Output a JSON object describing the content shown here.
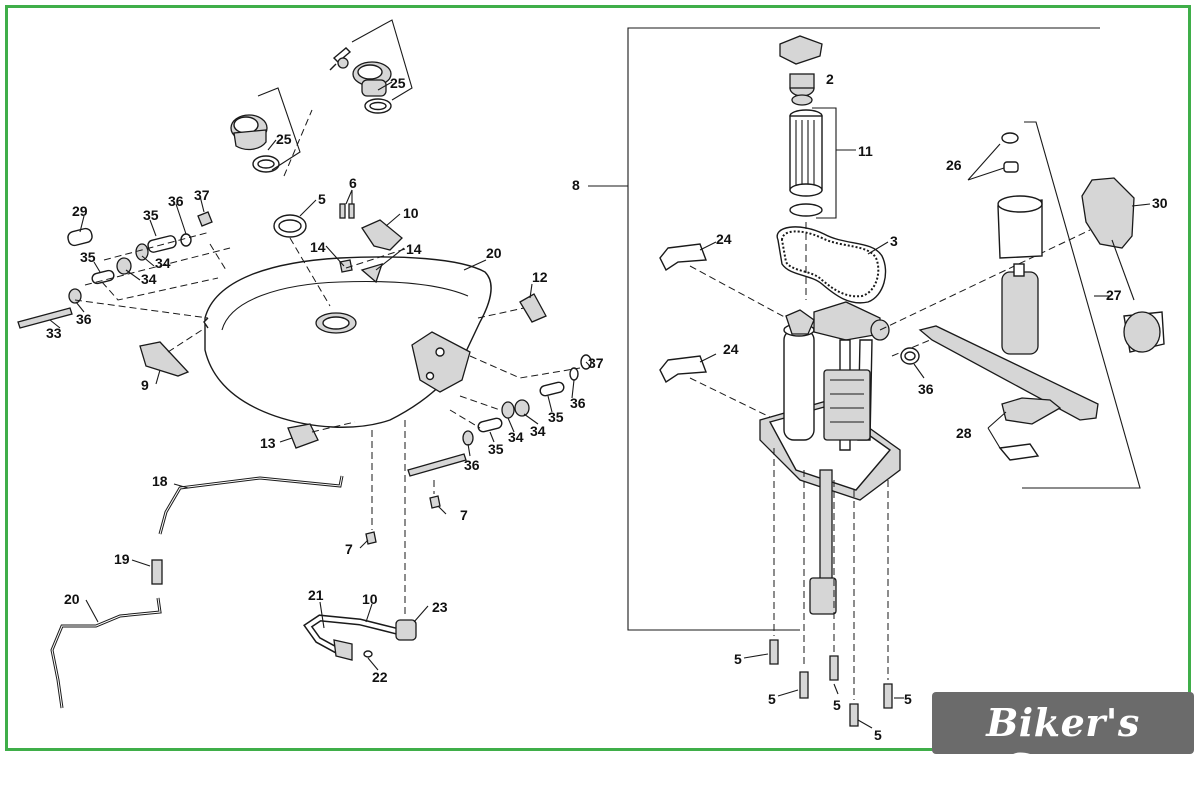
{
  "diagram": {
    "border_color": "#3fae49",
    "callouts": {
      "c2": "2",
      "c3": "3",
      "c5a": "5",
      "c5b": "5",
      "c5c": "5",
      "c5d": "5",
      "c5e": "5",
      "c5f": "5",
      "c6": "6",
      "c7a": "7",
      "c7b": "7",
      "c8": "8",
      "c9": "9",
      "c10a": "10",
      "c10b": "10",
      "c11": "11",
      "c12": "12",
      "c13": "13",
      "c14a": "14",
      "c14b": "14",
      "c18": "18",
      "c19": "19",
      "c20a": "20",
      "c20b": "20",
      "c21": "21",
      "c22": "22",
      "c23": "23",
      "c24a": "24",
      "c24b": "24",
      "c25a": "25",
      "c25b": "25",
      "c26": "26",
      "c27": "27",
      "c28": "28",
      "c29": "29",
      "c30": "30",
      "c33": "33",
      "c34a": "34",
      "c34b": "34",
      "c34c": "34",
      "c34d": "34",
      "c35a": "35",
      "c35b": "35",
      "c35c": "35",
      "c35d": "35",
      "c36a": "36",
      "c36b": "36",
      "c36c": "36",
      "c36d": "36",
      "c36e": "36",
      "c37a": "37",
      "c37b": "37"
    }
  },
  "brand": {
    "text": "Biker's Store",
    "bg_color": "#6b6b6b"
  }
}
